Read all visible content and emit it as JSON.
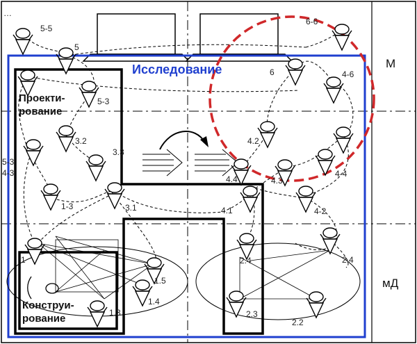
{
  "regions": {
    "research": "Исследование",
    "design_line1": "Проекти-",
    "design_line2": "рование",
    "construct_line1": "Конструи-",
    "construct_line2": "рование"
  },
  "levels": {
    "top": "М",
    "bottom": "мД"
  },
  "ellipsis": "…",
  "node_labels": [
    "5-5",
    "5",
    "6-6",
    "6",
    "4-6",
    "5-3",
    "3.2",
    "3.3",
    "4.2",
    "4.4",
    "4.3",
    "4-4",
    "5-3",
    "4-3",
    "1-3",
    "3.1",
    "4.1",
    "4-2",
    "2.4",
    "2.4",
    "1",
    "1.5",
    "1.4",
    "1.3",
    "2.3",
    "2.2"
  ],
  "colors": {
    "research_border": "#1f3fcf",
    "focus_circle": "#d0282a",
    "ink": "#111111"
  }
}
